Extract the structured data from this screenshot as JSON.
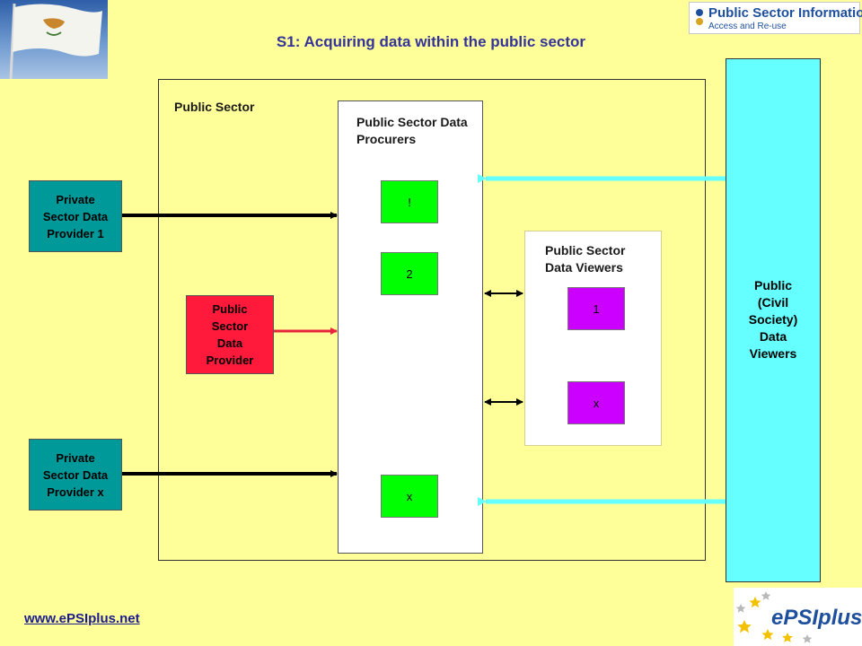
{
  "title": "S1: Acquiring data within the public sector",
  "logos": {
    "psi_title": "Public Sector Information",
    "psi_subtitle": "Access and Re-use",
    "epsi": "ePSIplus"
  },
  "regions": {
    "public_sector": "Public Sector",
    "procurers": "Public Sector Data Procurers",
    "viewers": "Public Sector Data Viewers",
    "civil_society": "Public (Civil Society) Data Viewers"
  },
  "providers": {
    "private_1": "Private Sector Data Provider 1",
    "private_x": "Private Sector Data Provider x",
    "public": "Public Sector Data Provider"
  },
  "procurer_items": [
    "!",
    "2",
    "x"
  ],
  "viewer_items": [
    "1",
    "x"
  ],
  "footer_link": "www.ePSIplus.net",
  "colors": {
    "background": "#FFFF99",
    "private_provider": "#009999",
    "public_provider": "#FF1A3C",
    "procurer_item": "#00FF00",
    "viewer_item": "#CC00FF",
    "civil_society": "#66FFFF",
    "title": "#333399"
  }
}
